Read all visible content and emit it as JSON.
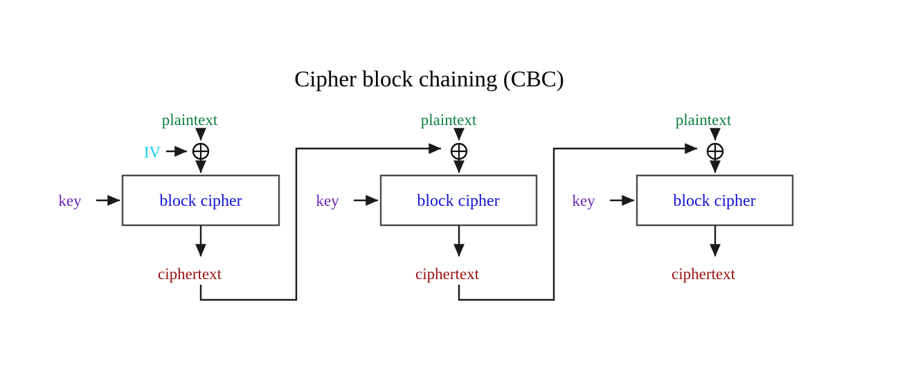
{
  "diagram": {
    "title": "Cipher block chaining (CBC)",
    "kind": "block-diagram",
    "background": "#ffffff",
    "colors": {
      "plaintext": "#0b8043",
      "ciphertext": "#9b1010",
      "key": "#6a23bd",
      "iv": "#11cdf0",
      "block_label": "#1414d8",
      "wire": "#1a1a1a",
      "box_border": "#4a4a4a",
      "title": "#000000"
    },
    "labels": {
      "plaintext": "plaintext",
      "ciphertext": "ciphertext",
      "key": "key",
      "iv": "IV",
      "block_cipher": "block cipher",
      "xor": "⊕"
    },
    "stages": [
      {
        "index": 1,
        "plaintext": "plaintext",
        "iv": "IV",
        "key": "key",
        "block_cipher": "block cipher",
        "ciphertext": "ciphertext",
        "xor": "⊕",
        "has_iv_input": true,
        "has_feedback_out": true
      },
      {
        "index": 2,
        "plaintext": "plaintext",
        "key": "key",
        "block_cipher": "block cipher",
        "ciphertext": "ciphertext",
        "xor": "⊕",
        "has_iv_input": false,
        "has_feedback_out": true
      },
      {
        "index": 3,
        "plaintext": "plaintext",
        "key": "key",
        "block_cipher": "block cipher",
        "ciphertext": "ciphertext",
        "xor": "⊕",
        "has_iv_input": false,
        "has_feedback_out": false
      }
    ]
  }
}
